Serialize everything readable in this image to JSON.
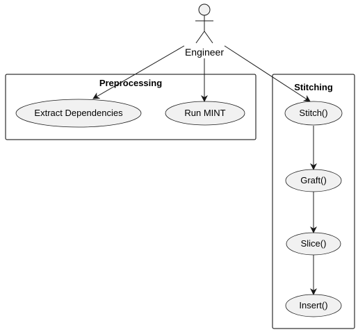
{
  "actor": {
    "label": "Engineer"
  },
  "packages": {
    "preprocessing": {
      "title": "Preprocessing",
      "usecases": {
        "extract": "Extract Dependencies",
        "run_mint": "Run MINT"
      }
    },
    "stitching": {
      "title": "Stitching",
      "usecases": {
        "stitch": "Stitch()",
        "graft": "Graft()",
        "slice": "Slice()",
        "insert": "Insert()"
      }
    }
  },
  "relations": [
    {
      "from": "Engineer",
      "to": "Extract Dependencies"
    },
    {
      "from": "Engineer",
      "to": "Run MINT"
    },
    {
      "from": "Engineer",
      "to": "Stitch()"
    },
    {
      "from": "Stitch()",
      "to": "Graft()"
    },
    {
      "from": "Graft()",
      "to": "Slice()"
    },
    {
      "from": "Slice()",
      "to": "Insert()"
    }
  ],
  "colors": {
    "usecase_fill": "#f1f1f1",
    "stroke": "#181818"
  }
}
